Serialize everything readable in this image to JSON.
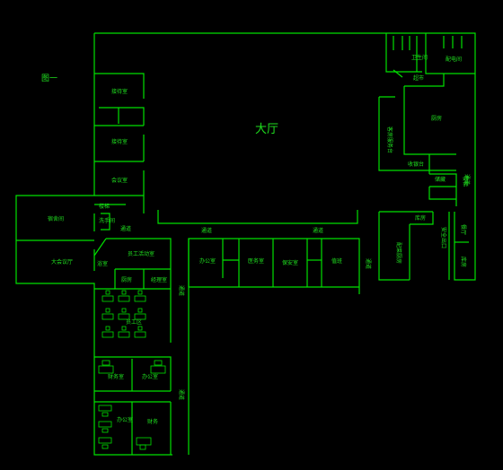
{
  "drawing": {
    "caption": "图一",
    "lobby": "大厅"
  },
  "rooms": {
    "r1": "接待室",
    "r2": "接待室",
    "r3": "会议室",
    "r4": "宿舍间",
    "r5": "大会议厅",
    "r6": "洗手间",
    "r7": "员工活动室",
    "r8": "浴室",
    "r9": "厨房",
    "r10": "经理室",
    "r11": "办公室",
    "r12": "医务室",
    "r13": "保安室",
    "r14": "值班",
    "r15": "配电间",
    "r16": "超市",
    "r17": "客房服务台",
    "r18": "厨房",
    "r19": "收银台",
    "r20": "储藏",
    "r21": "楼梯",
    "r22": "配菜厨房",
    "r23": "库房",
    "r24": "安全出口",
    "r25": "餐厅",
    "r26": "库房",
    "r27": "卫生间",
    "r28": "员工区",
    "r29": "财务室",
    "r30": "办公室",
    "r31": "办公室",
    "r32": "财务",
    "r33": "楼梯"
  },
  "corridors": {
    "c1": "通道",
    "c2": "通道",
    "c3": "通道",
    "c4": "通道",
    "c5": "通道",
    "c6": "通道",
    "c7": "通道"
  }
}
